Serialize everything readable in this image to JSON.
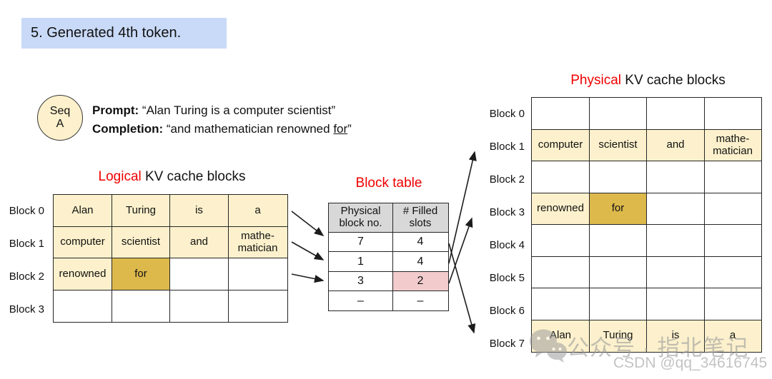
{
  "banner": {
    "title": "5. Generated 4th token."
  },
  "seq_badge": {
    "line1": "Seq",
    "line2": "A"
  },
  "prompt": {
    "label": "Prompt:",
    "text": "“Alan Turing is a computer scientist”"
  },
  "completion": {
    "label": "Completion:",
    "text_pre": "“and mathematician renowned ",
    "underlined": "for",
    "text_post": "”"
  },
  "logical": {
    "title_highlight": "Logical",
    "title_rest": " KV cache blocks",
    "row_labels": [
      "Block 0",
      "Block 1",
      "Block 2",
      "Block 3"
    ],
    "rows": [
      [
        {
          "t": "Alan",
          "bg": "cream"
        },
        {
          "t": "Turing",
          "bg": "cream"
        },
        {
          "t": "is",
          "bg": "cream"
        },
        {
          "t": "a",
          "bg": "cream"
        }
      ],
      [
        {
          "t": "computer",
          "bg": "cream"
        },
        {
          "t": "scientist",
          "bg": "cream"
        },
        {
          "t": "and",
          "bg": "cream"
        },
        {
          "t": "mathe-matician",
          "bg": "cream"
        }
      ],
      [
        {
          "t": "renowned",
          "bg": "cream"
        },
        {
          "t": "for",
          "bg": "gold"
        },
        {
          "t": "",
          "bg": "white"
        },
        {
          "t": "",
          "bg": "white"
        }
      ],
      [
        {
          "t": "",
          "bg": "white"
        },
        {
          "t": "",
          "bg": "white"
        },
        {
          "t": "",
          "bg": "white"
        },
        {
          "t": "",
          "bg": "white"
        }
      ]
    ]
  },
  "block_table": {
    "title": "Block table",
    "headers": [
      {
        "t": "Physical block no.",
        "bg": "gray"
      },
      {
        "t": "# Filled slots",
        "bg": "gray"
      }
    ],
    "rows": [
      [
        {
          "t": "7",
          "bg": "white"
        },
        {
          "t": "4",
          "bg": "white"
        }
      ],
      [
        {
          "t": "1",
          "bg": "white"
        },
        {
          "t": "4",
          "bg": "white"
        }
      ],
      [
        {
          "t": "3",
          "bg": "white"
        },
        {
          "t": "2",
          "bg": "pink"
        }
      ],
      [
        {
          "t": "–",
          "bg": "white"
        },
        {
          "t": "–",
          "bg": "white"
        }
      ]
    ]
  },
  "physical": {
    "title_highlight": "Physical",
    "title_rest": " KV cache blocks",
    "row_labels": [
      "Block 0",
      "Block 1",
      "Block 2",
      "Block 3",
      "Block 4",
      "Block 5",
      "Block 6",
      "Block 7"
    ],
    "rows": [
      [
        {
          "t": "",
          "bg": "white"
        },
        {
          "t": "",
          "bg": "white"
        },
        {
          "t": "",
          "bg": "white"
        },
        {
          "t": "",
          "bg": "white"
        }
      ],
      [
        {
          "t": "computer",
          "bg": "cream"
        },
        {
          "t": "scientist",
          "bg": "cream"
        },
        {
          "t": "and",
          "bg": "cream"
        },
        {
          "t": "mathe-matician",
          "bg": "cream"
        }
      ],
      [
        {
          "t": "",
          "bg": "white"
        },
        {
          "t": "",
          "bg": "white"
        },
        {
          "t": "",
          "bg": "white"
        },
        {
          "t": "",
          "bg": "white"
        }
      ],
      [
        {
          "t": "renowned",
          "bg": "cream"
        },
        {
          "t": "for",
          "bg": "gold"
        },
        {
          "t": "",
          "bg": "white"
        },
        {
          "t": "",
          "bg": "white"
        }
      ],
      [
        {
          "t": "",
          "bg": "white"
        },
        {
          "t": "",
          "bg": "white"
        },
        {
          "t": "",
          "bg": "white"
        },
        {
          "t": "",
          "bg": "white"
        }
      ],
      [
        {
          "t": "",
          "bg": "white"
        },
        {
          "t": "",
          "bg": "white"
        },
        {
          "t": "",
          "bg": "white"
        },
        {
          "t": "",
          "bg": "white"
        }
      ],
      [
        {
          "t": "",
          "bg": "white"
        },
        {
          "t": "",
          "bg": "white"
        },
        {
          "t": "",
          "bg": "white"
        },
        {
          "t": "",
          "bg": "white"
        }
      ],
      [
        {
          "t": "Alan",
          "bg": "cream"
        },
        {
          "t": "Turing",
          "bg": "cream"
        },
        {
          "t": "is",
          "bg": "cream"
        },
        {
          "t": "a",
          "bg": "cream"
        }
      ]
    ]
  },
  "watermark": {
    "wechat_icon": "wechat-icon",
    "wechat_text": "公众号 · 指北笔记",
    "csdn_text": "CSDN @qq_34616745"
  },
  "colors": {
    "banner_blue": "#c9daf8",
    "cream": "#fcf1cc",
    "gold": "#ddb94c",
    "pink": "#f2cccc",
    "header_gray": "#d8d8d8",
    "accent_red": "#f00000",
    "arrow_black": "#1c1c1c",
    "watermark_gray": "#9c9c9c"
  }
}
